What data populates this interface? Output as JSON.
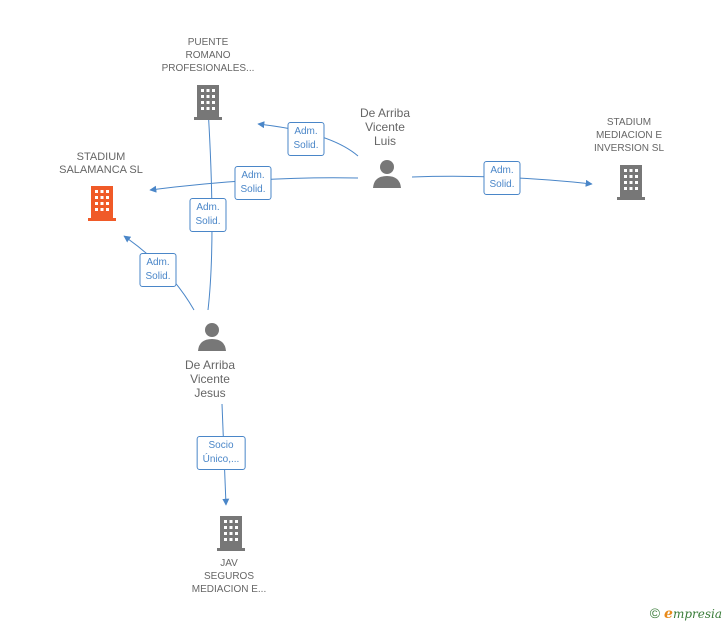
{
  "colors": {
    "edge": "#4a86c8",
    "company_icon": "#777777",
    "company_highlight": "#f05a28",
    "person_icon": "#777777",
    "label_text": "#666666"
  },
  "nodes": {
    "puente_romano": {
      "lines": [
        "PUENTE",
        "ROMANO",
        "PROFESIONALES..."
      ],
      "icon": "building-icon"
    },
    "stadium_salamanca": {
      "lines": [
        "STADIUM",
        "SALAMANCA SL"
      ],
      "icon": "building-icon"
    },
    "stadium_mediacion": {
      "lines": [
        "STADIUM",
        "MEDIACION E",
        "INVERSION SL"
      ],
      "icon": "building-icon"
    },
    "jav_seguros": {
      "lines": [
        "JAV",
        "SEGUROS",
        "MEDIACION E..."
      ],
      "icon": "building-icon"
    },
    "vicente_luis": {
      "lines": [
        "De Arriba",
        "Vicente",
        "Luis"
      ],
      "icon": "person-icon"
    },
    "vicente_jesus": {
      "lines": [
        "De Arriba",
        "Vicente",
        "Jesus"
      ],
      "icon": "person-icon"
    }
  },
  "edges": {
    "luis_puente": {
      "lines": [
        "Adm.",
        "Solid."
      ]
    },
    "luis_salamanca": {
      "lines": [
        "Adm.",
        "Solid."
      ]
    },
    "luis_mediacion": {
      "lines": [
        "Adm.",
        "Solid."
      ]
    },
    "jesus_puente": {
      "lines": [
        "Adm.",
        "Solid."
      ]
    },
    "jesus_salamanca": {
      "lines": [
        "Adm.",
        "Solid."
      ]
    },
    "jesus_jav": {
      "lines": [
        "Socio",
        "Único,..."
      ]
    }
  },
  "footer": {
    "copyright": "©",
    "brand_initial": "e",
    "brand_rest": "mpresia"
  }
}
